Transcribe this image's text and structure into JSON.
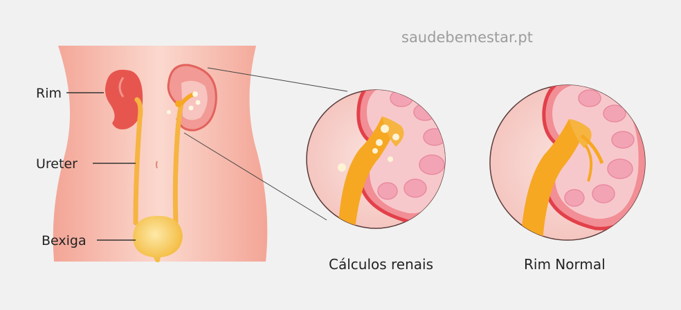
{
  "watermark": "saudebemestar.pt",
  "labels": {
    "kidney": "Rim",
    "ureter": "Ureter",
    "bladder": "Bexiga"
  },
  "captions": {
    "stones": "Cálculos renais",
    "normal": "Rim Normal"
  },
  "colors": {
    "background": "#f1f1f1",
    "skin": "#f6b7a8",
    "kidney": "#e8605a",
    "urine": "#f6a823",
    "bladder": "#f5c452",
    "circle_fill": "#f8d6d2",
    "circle_edge": "#5a3a38"
  }
}
